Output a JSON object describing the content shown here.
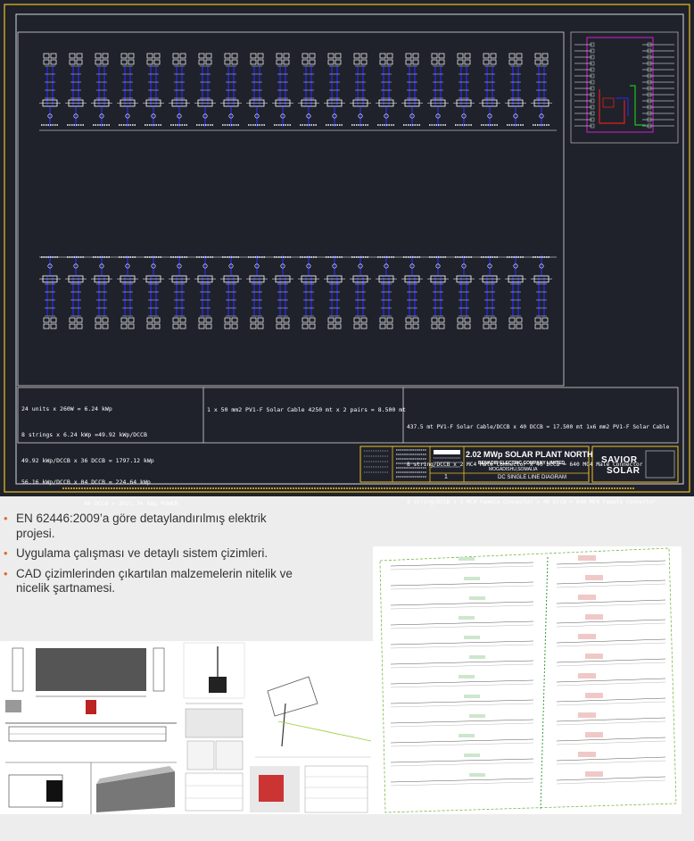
{
  "drawing": {
    "notes_left": [
      "24 units x 260W = 6.24 kWp",
      "8 strings x 6.24 kWp =49.92 kWp/DCCB",
      "49.92 kWp/DCCB x 36 DCCB = 1797.12 kWp",
      "56.16 kWp/DCCB x 04 DCCB = 224.64 kWp",
      "40 DCCB = 2021.76 kWp POWER"
    ],
    "notes_middle": "1 x 50 mm2 PV1-F Solar Cable 4250 mt x 2 pairs = 8.500 mt",
    "notes_right": [
      "437.5 mt PV1-F Solar Cable/DCCB x 40 DCCB = 17.500 mt 1x6 mm2 PV1-F Solar Cable",
      "8 string/DCCB x 2 MC4 Male Connector x 40 DCCB = 640 MC4 Male Connector",
      "8 string/DCCB x 2 MC4 Female Connector x 40 DCCB = 640 MC4 Female Connector"
    ],
    "title_block": {
      "project_title": "2.02 MWp SOLAR PLANT NORTH",
      "company": "BENADIR ELECTRIC COMPANY LIMITED",
      "location": "MOGADISHU,SOMALIA",
      "sheet_number": "1",
      "drawing_title": "DC SINGLE LINE DIAGRAM",
      "logo_line1": "SAVIOR",
      "logo_line2": "SOLAR"
    }
  },
  "bullets": [
    "EN 62446:2009’a göre detaylandırılmış elektrik projesi.",
    "Uygulama çalışması ve detaylı sistem çizimleri.",
    "CAD çizimlerinden çıkartılan malzemelerin nitelik ve nicelik şartnamesi."
  ],
  "colors": {
    "cad_background": "#1f222b",
    "cad_lines": "#ffffff",
    "cad_cables": "#2020ff",
    "title_block": "#f0c020",
    "bullet_marker": "#e06c2b"
  }
}
